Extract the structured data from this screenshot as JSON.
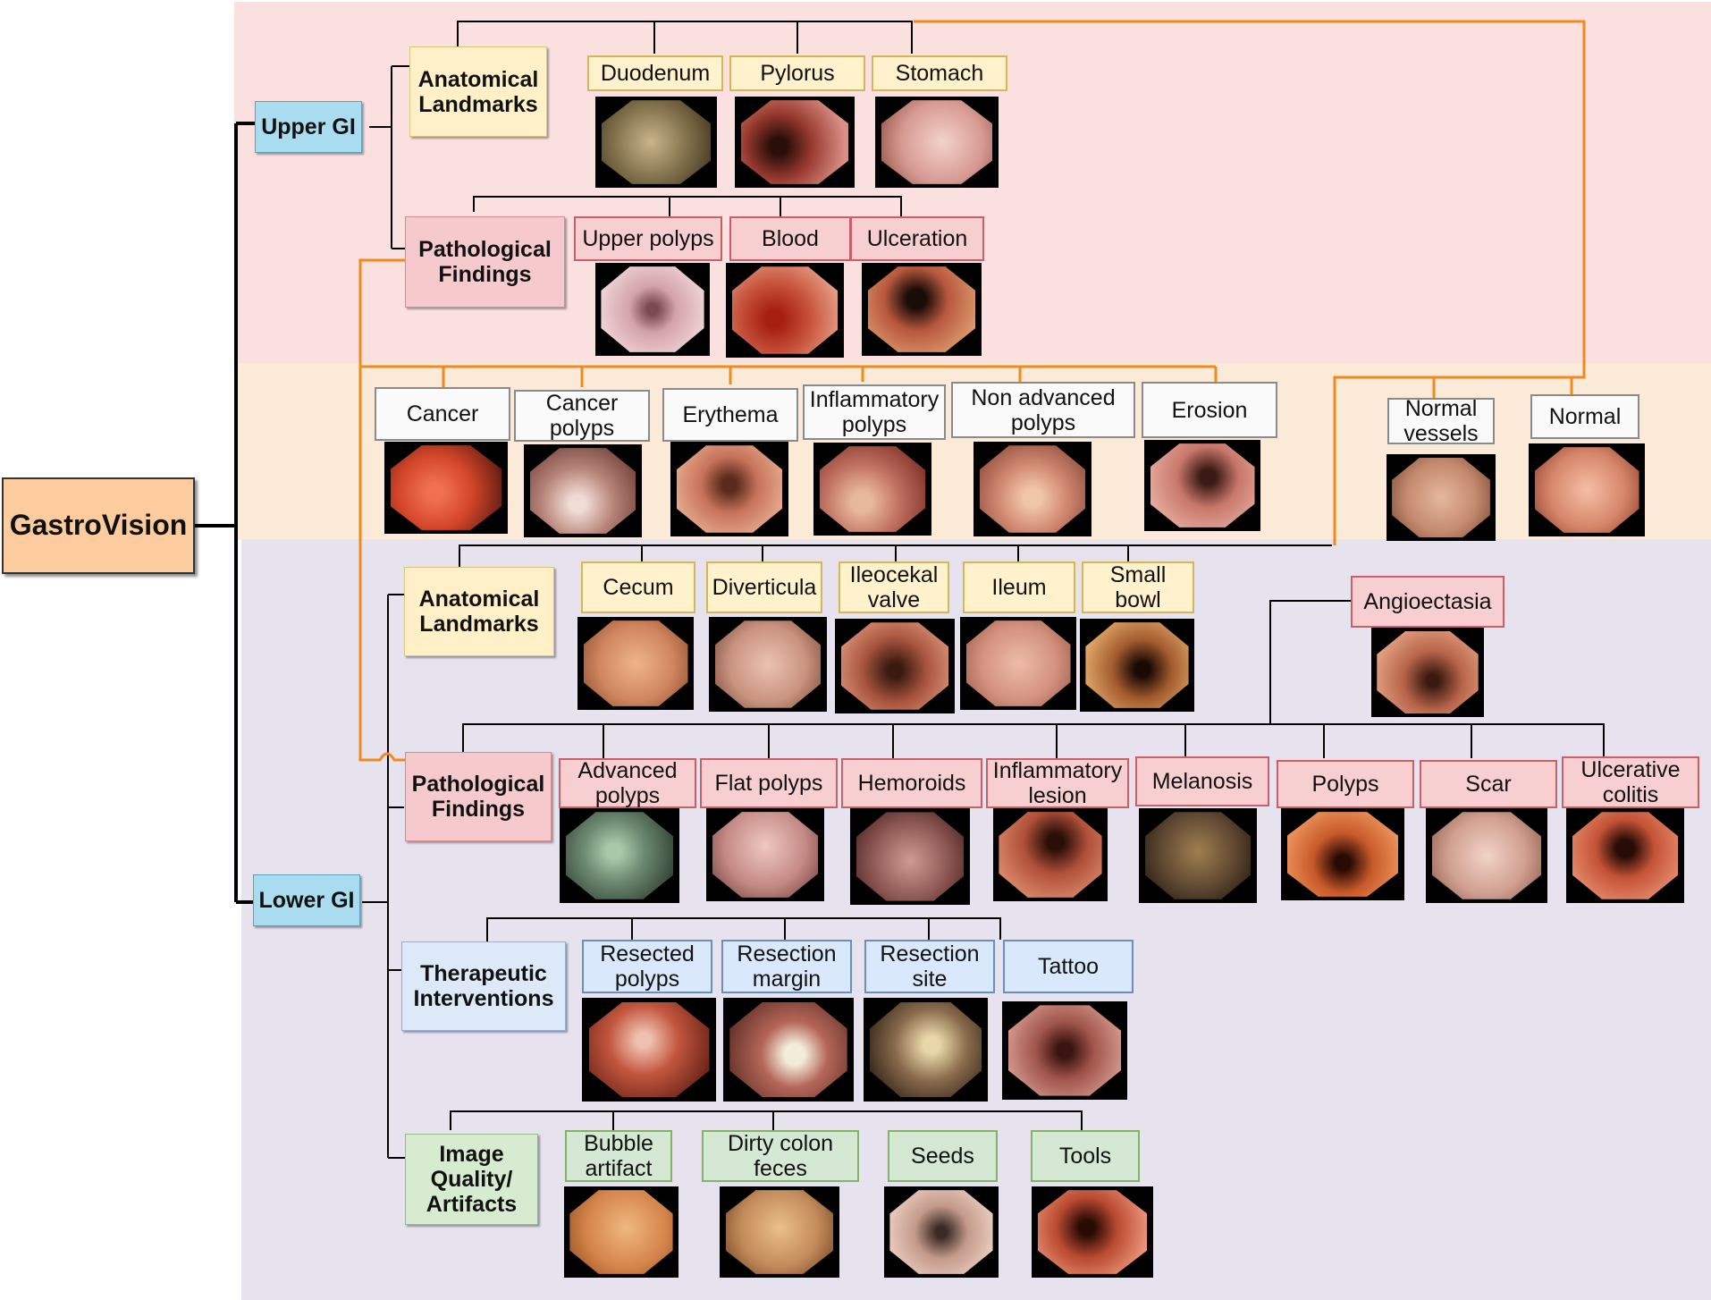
{
  "root": "GastroVision",
  "upper_gi": {
    "label": "Upper GI",
    "anatomical_landmarks": {
      "label": "Anatomical\nLandmarks",
      "classes": [
        "Duodenum",
        "Pylorus",
        "Stomach"
      ]
    },
    "pathological_findings": {
      "label": "Pathological\nFindings",
      "classes": [
        "Upper polyps",
        "Blood",
        "Ulceration"
      ]
    }
  },
  "shared": {
    "findings": [
      "Cancer",
      "Cancer\npolyps",
      "Erythema",
      "Inflammatory\npolyps",
      "Non advanced\npolyps",
      "Erosion"
    ],
    "landmarks": [
      "Normal\nvessels",
      "Normal"
    ]
  },
  "lower_gi": {
    "label": "Lower GI",
    "anatomical_landmarks": {
      "label": "Anatomical\nLandmarks",
      "classes": [
        "Cecum",
        "Diverticula",
        "Ileocekal\nvalve",
        "Ileum",
        "Small\nbowl"
      ]
    },
    "angioectasia": "Angioectasia",
    "pathological_findings": {
      "label": "Pathological\nFindings",
      "classes": [
        "Advanced\npolyps",
        "Flat polyps",
        "Hemoroids",
        "Inflammatory\nlesion",
        "Melanosis",
        "Polyps",
        "Scar",
        "Ulcerative\ncolitis"
      ]
    },
    "therapeutic_interventions": {
      "label": "Therapeutic\nInterventions",
      "classes": [
        "Resected\npolyps",
        "Resection\nmargin",
        "Resection\nsite",
        "Tattoo"
      ]
    },
    "image_quality": {
      "label": "Image\nQuality/\nArtifacts",
      "classes": [
        "Bubble\nartifact",
        "Dirty colon\nfeces",
        "Seeds",
        "Tools"
      ]
    }
  },
  "colors": {
    "upper_band": "#fbe0e0",
    "shared_band": "#fcead9",
    "lower_band": "#e6e2ee",
    "orange_connector": "#f08a1c"
  },
  "thumbnails": {
    "duodenum": "#7a6a46",
    "pylorus": "#9a3a30",
    "stomach": "#d79a92",
    "upper_polyps": "#d4a3ab",
    "blood": "#c9553e",
    "ulceration": "#b8573e",
    "cancer": "#d4462a",
    "cancer_polyps": "#b78378",
    "erythema": "#c7735a",
    "inflammatory_polyps": "#c07060",
    "non_advanced_polyps": "#d28a72",
    "erosion": "#c7776a",
    "normal_vessels": "#c48a6e",
    "normal": "#d7866a",
    "cecum": "#d0865f",
    "diverticula": "#c99480",
    "ileocekal_valve": "#a9553e",
    "ileum": "#d3927f",
    "small_bowl": "#a35b2e",
    "angioectasia": "#b8654a",
    "advanced_polyps": "#6e8a72",
    "flat_polyps": "#c48a85",
    "hemoroids": "#8a5450",
    "inflammatory_lesion": "#b0503a",
    "melanosis": "#5c4530",
    "polyps_l": "#c85a2a",
    "scar": "#d1a090",
    "ulcerative_colitis": "#c45236",
    "resected_polyps": "#c2563e",
    "resection_margin": "#b46658",
    "resection_site": "#8a6a4c",
    "tattoo": "#a0554a",
    "bubble_artifact": "#d4844a",
    "dirty_colon": "#c28a5a",
    "seeds": "#c49a8a",
    "tools": "#b84a30"
  }
}
